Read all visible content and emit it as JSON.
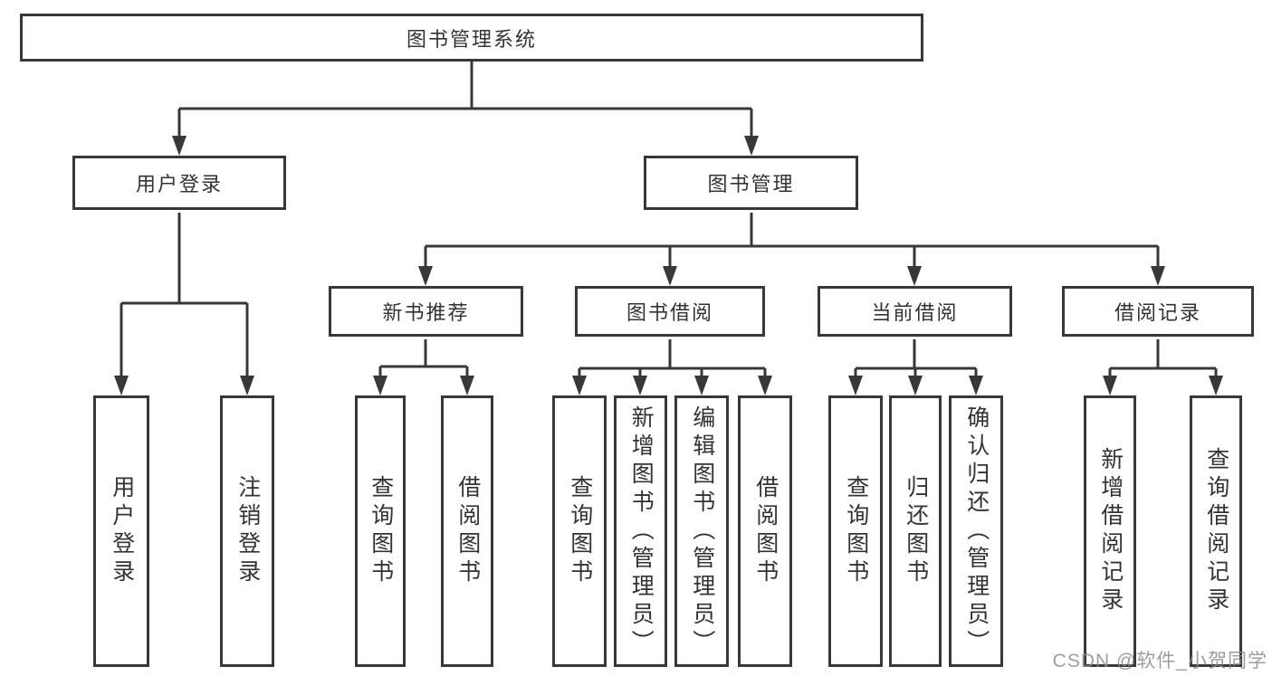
{
  "diagram": {
    "type": "hierarchy",
    "colors": {
      "line": "#383838",
      "box_border": "#383838",
      "text": "#333333",
      "background": "#ffffff",
      "watermark": "#8c8c8c"
    },
    "tree": {
      "root": {
        "label": "图书管理系统"
      },
      "branches": [
        {
          "label": "用户登录",
          "leaves": [
            "用户登录",
            "注销登录"
          ]
        },
        {
          "label": "图书管理",
          "groups": [
            {
              "label": "新书推荐",
              "leaves": [
                "查询图书",
                "借阅图书"
              ]
            },
            {
              "label": "图书借阅",
              "leaves": [
                "查询图书",
                "新增图书（管理员）",
                "编辑图书（管理员）",
                "借阅图书"
              ]
            },
            {
              "label": "当前借阅",
              "leaves": [
                "查询图书",
                "归还图书",
                "确认归还（管理员）"
              ]
            },
            {
              "label": "借阅记录",
              "leaves": [
                "新增借阅记录",
                "查询借阅记录"
              ]
            }
          ]
        }
      ]
    },
    "watermark": {
      "text": "CSDN @软件_小贺同学"
    }
  }
}
